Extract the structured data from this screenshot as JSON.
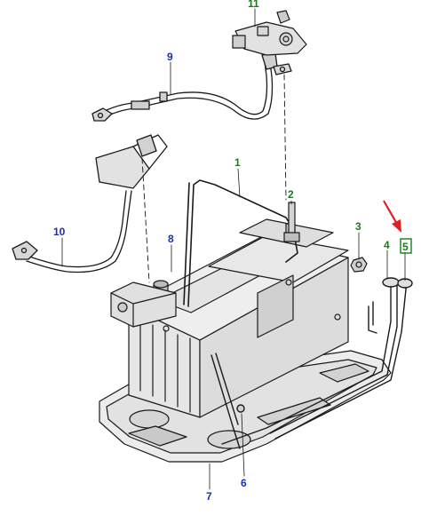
{
  "colors": {
    "line": "#1a1a1a",
    "shade": "#d9d9d9",
    "dark": "#b5b5b5",
    "leader": "#1a1a1a",
    "green_label": "#1c7a1c",
    "blue_label": "#1a2fb4",
    "arrow": "#e02020",
    "highlight_box": "#1c7a1c"
  },
  "callouts": [
    {
      "id": "11",
      "text": "11",
      "color": "green"
    },
    {
      "id": "9",
      "text": "9",
      "color": "blue"
    },
    {
      "id": "1",
      "text": "1",
      "color": "green"
    },
    {
      "id": "10",
      "text": "10",
      "color": "blue"
    },
    {
      "id": "2",
      "text": "2",
      "color": "green"
    },
    {
      "id": "8",
      "text": "8",
      "color": "blue"
    },
    {
      "id": "3",
      "text": "3",
      "color": "green"
    },
    {
      "id": "4",
      "text": "4",
      "color": "green"
    },
    {
      "id": "5",
      "text": "5",
      "color": "green",
      "highlighted": true
    },
    {
      "id": "6",
      "text": "6",
      "color": "blue"
    },
    {
      "id": "7",
      "text": "7",
      "color": "blue"
    }
  ],
  "icons": {
    "pointer": "red-arrow-icon"
  }
}
